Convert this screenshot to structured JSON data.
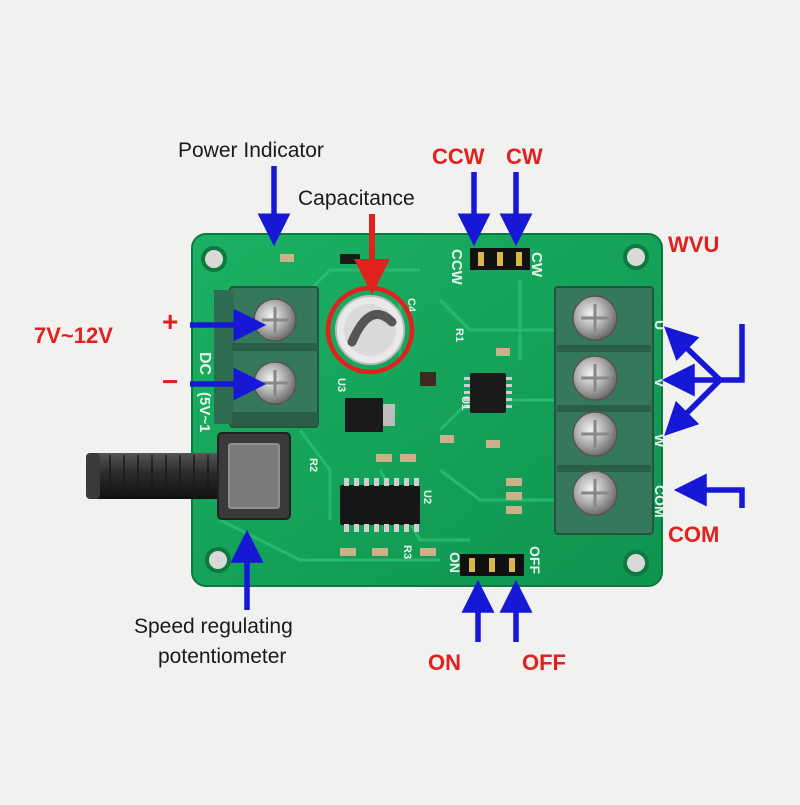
{
  "labels": {
    "power_indicator": "Power Indicator",
    "capacitance": "Capacitance",
    "ccw": "CCW",
    "cw": "CW",
    "wvu": "WVU",
    "voltage": "7V~12V",
    "plus": "+",
    "minus": "−",
    "speed_line1": "Speed regulating",
    "speed_line2": "potentiometer",
    "on": "ON",
    "off": "OFF",
    "com": "COM"
  },
  "silkscreen": {
    "ccw": "CCW",
    "cw": "CW",
    "dc": "DC",
    "dc_range": "(5V~1",
    "u": "U",
    "v": "V",
    "w": "W",
    "com": "COM",
    "on": "ON",
    "off": "OFF",
    "c4": "C4",
    "u3": "U3",
    "u1": "U1",
    "u2": "U2",
    "r1": "R1",
    "r2": "R2",
    "r3": "R3"
  },
  "colors": {
    "pcb": "#14a25a",
    "arrow_blue": "#1717d6",
    "marker_red": "#e0211d",
    "terminal": "#36785c"
  }
}
